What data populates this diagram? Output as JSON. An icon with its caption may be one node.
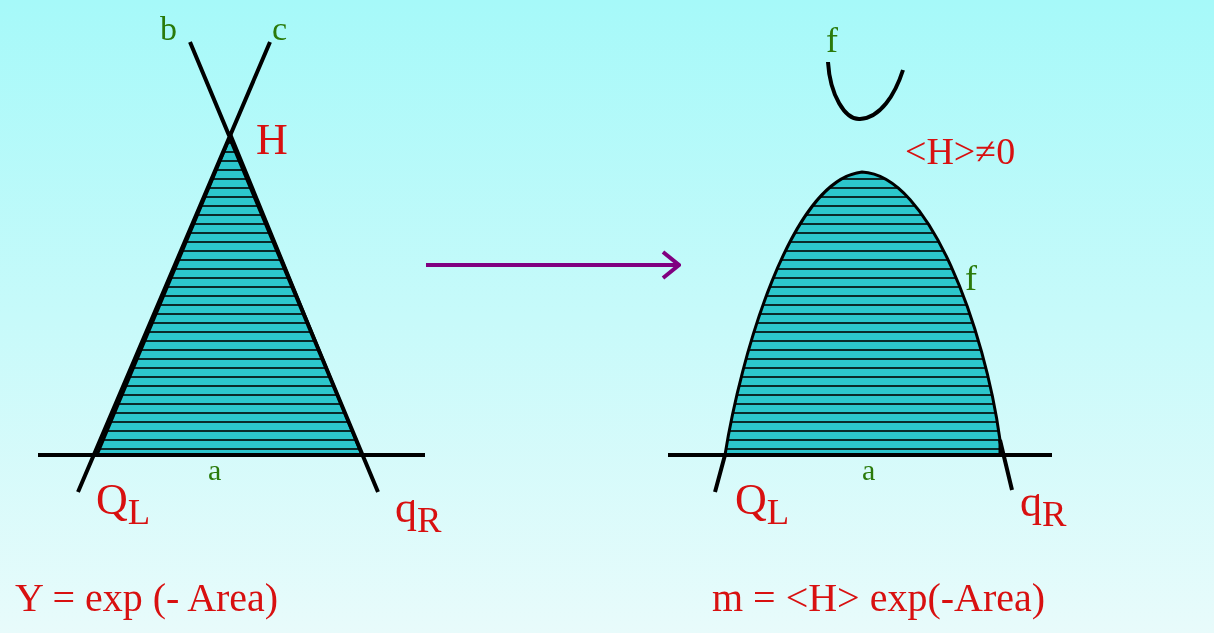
{
  "diagram": {
    "nodes": [
      {
        "text": [],
        "shape": "picture"
      },
      {
        "text": [],
        "shape": "picture"
      }
    ],
    "edges": [
      {
        "from": 0,
        "to": 1,
        "arrow": "to",
        "color": "#800080"
      }
    ],
    "labels": [
      "b",
      "c",
      "H",
      "a",
      "Q$_{L}$",
      "q$_{R}$",
      "Y = exp (- Area)",
      "f",
      "<H>≠0",
      "f",
      "a",
      "Q$_{L}$",
      "q$_{R}$",
      "m = <H> exp(-Area)"
    ]
  }
}
